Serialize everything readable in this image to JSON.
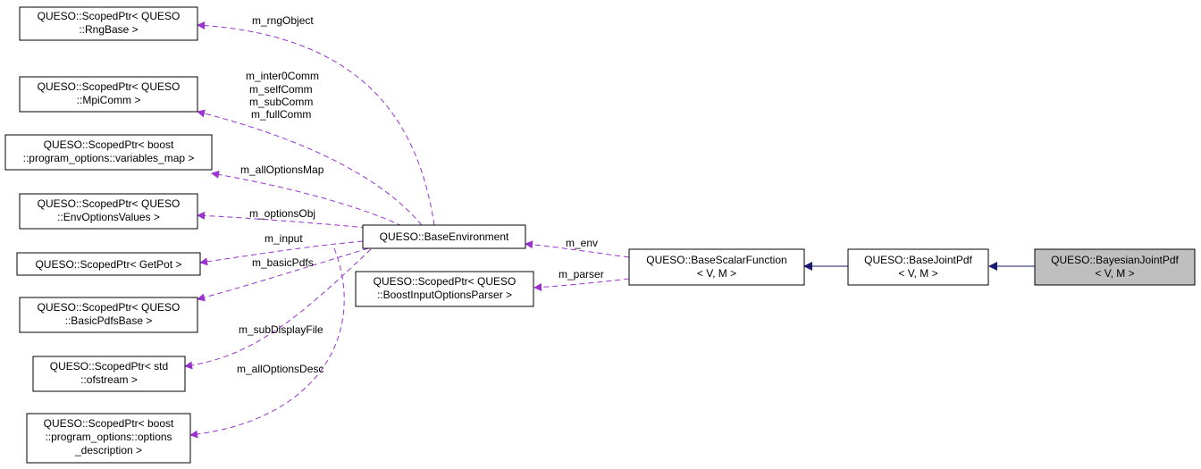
{
  "colors": {
    "usage_edge": "#9a32cd",
    "inheritance_edge": "#191970",
    "focus_fill": "#bfbfbf",
    "node_fill": "#ffffff",
    "node_border": "#000000"
  },
  "nodes": {
    "rng": [
      "QUESO::ScopedPtr< QUESO",
      "::RngBase >"
    ],
    "mpi": [
      "QUESO::ScopedPtr< QUESO",
      "::MpiComm >"
    ],
    "varmap": [
      "QUESO::ScopedPtr< boost",
      "::program_options::variables_map >"
    ],
    "envopts": [
      "QUESO::ScopedPtr< QUESO",
      "::EnvOptionsValues >"
    ],
    "getpot": [
      "QUESO::ScopedPtr< GetPot >"
    ],
    "basicpdfs": [
      "QUESO::ScopedPtr< QUESO",
      "::BasicPdfsBase >"
    ],
    "ofstream": [
      "QUESO::ScopedPtr< std",
      "::ofstream >"
    ],
    "optdesc": [
      "QUESO::ScopedPtr< boost",
      "::program_options::options",
      "_description >"
    ],
    "baseenv": [
      "QUESO::BaseEnvironment"
    ],
    "parser": [
      "QUESO::ScopedPtr< QUESO",
      "::BoostInputOptionsParser >"
    ],
    "scalarfn": [
      "QUESO::BaseScalarFunction",
      "< V, M >"
    ],
    "jointpdf": [
      "QUESO::BaseJointPdf",
      "< V, M >"
    ],
    "bayesian": [
      "QUESO::BayesianJointPdf",
      "< V, M >"
    ]
  },
  "edge_labels": {
    "rng": [
      "m_rngObject"
    ],
    "mpi": [
      "m_inter0Comm",
      "m_selfComm",
      "m_subComm",
      "m_fullComm"
    ],
    "varmap": [
      "m_allOptionsMap"
    ],
    "envopts": [
      "m_optionsObj"
    ],
    "getpot": [
      "m_input"
    ],
    "basicpdfs": [
      "m_basicPdfs"
    ],
    "ofstream": [
      "m_subDisplayFile"
    ],
    "optdesc": [
      "m_allOptionsDesc"
    ],
    "env": [
      "m_env"
    ],
    "parser": [
      "m_parser"
    ]
  }
}
